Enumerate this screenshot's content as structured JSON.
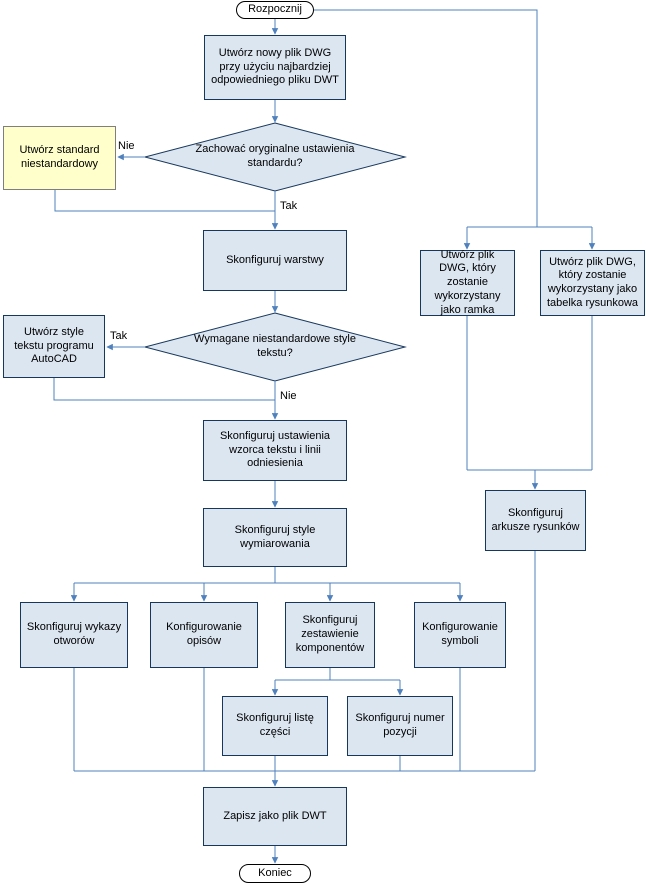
{
  "diagram": {
    "type": "flowchart",
    "language": "pl",
    "colors": {
      "node_fill": "#dce6f1",
      "node_border": "#17375d",
      "connector": "#4f81bd",
      "highlight_fill": "#ffffcc",
      "highlight_border": "#7f7f7f",
      "terminal_fill": "#ffffff",
      "terminal_border": "#000000",
      "text": "#000000"
    },
    "nodes": {
      "start": {
        "label": "Rozpocznij"
      },
      "create_dwg": {
        "label": "Utwórz nowy plik DWG przy użyciu najbardziej odpowiedniego pliku DWT"
      },
      "decision_standard": {
        "label": "Zachować oryginalne ustawienia standardu?"
      },
      "custom_standard": {
        "label": "Utwórz standard niestandardowy"
      },
      "layers": {
        "label": "Skonfiguruj warstwy"
      },
      "decision_text_styles": {
        "label": "Wymagane niestandardowe style tekstu?"
      },
      "text_styles": {
        "label": "Utwórz style tekstu programu AutoCAD"
      },
      "text_defaults": {
        "label": "Skonfiguruj ustawienia wzorca tekstu i linii odniesienia"
      },
      "dim_styles": {
        "label": "Skonfiguruj style wymiarowania"
      },
      "hole_charts": {
        "label": "Skonfiguruj wykazy otworów"
      },
      "annotations": {
        "label": "Konfigurowanie opisów"
      },
      "component_lists": {
        "label": "Skonfiguruj zestawienie komponentów"
      },
      "symbols": {
        "label": "Konfigurowanie symboli"
      },
      "parts_list": {
        "label": "Skonfiguruj listę części"
      },
      "balloons": {
        "label": "Skonfiguruj numer pozycji"
      },
      "save_dwt": {
        "label": "Zapisz jako plik DWT"
      },
      "end": {
        "label": "Koniec"
      },
      "dwg_frame": {
        "label": "Utwórz plik DWG, który zostanie wykorzystany jako ramka"
      },
      "dwg_titleblock": {
        "label": "Utwórz plik DWG, który zostanie wykorzystany jako tabelka rysunkowa"
      },
      "sheets": {
        "label": "Skonfiguruj arkusze rysunków"
      }
    },
    "edge_labels": {
      "decision1_no": "Nie",
      "decision1_yes": "Tak",
      "decision2_yes": "Tak",
      "decision2_no": "Nie"
    }
  }
}
